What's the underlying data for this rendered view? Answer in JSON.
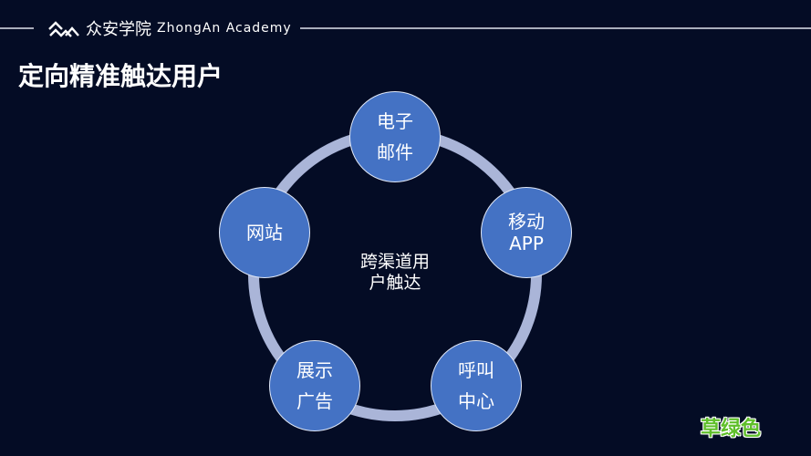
{
  "header": {
    "brand_cn": "众安学院",
    "brand_en": "ZhongAn Academy",
    "logo_icon": "zhongan-mountain-logo-icon"
  },
  "page": {
    "title": "定向精准触达用户"
  },
  "diagram": {
    "center_label_line1": "跨渠道用",
    "center_label_line2": "户触达",
    "ring_color": "#aab5d8",
    "node_color": "#4472c4",
    "nodes": [
      {
        "line1": "电子",
        "line2": "邮件"
      },
      {
        "line1": "移动",
        "line2": "APP"
      },
      {
        "line1": "呼叫",
        "line2": "中心"
      },
      {
        "line1": "展示",
        "line2": "广告"
      },
      {
        "line1": "网站",
        "line2": ""
      }
    ]
  },
  "watermark": {
    "text": "草绿色",
    "color": "#5fbf2a"
  }
}
